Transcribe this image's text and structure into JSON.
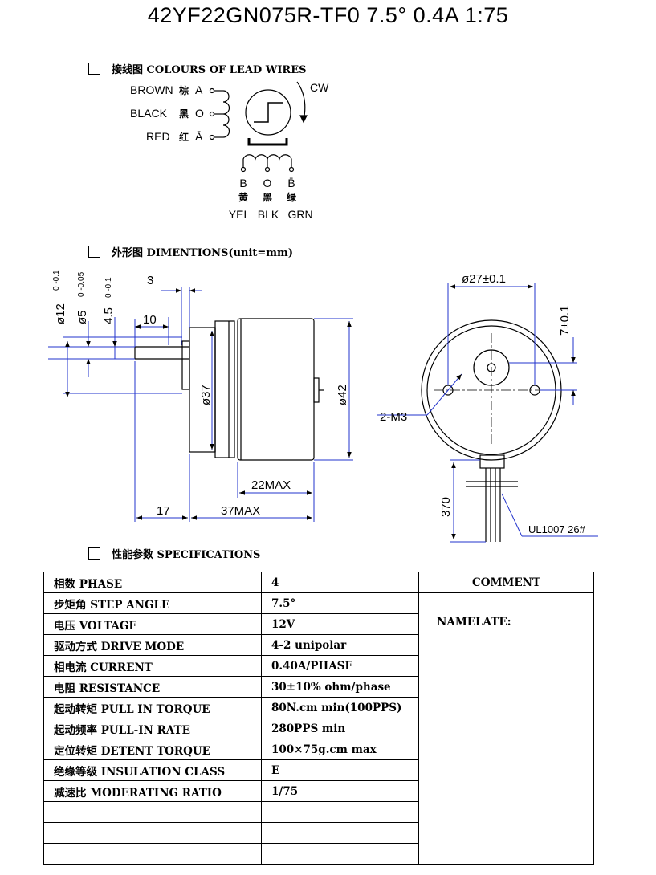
{
  "title": "42YF22GN075R-TF0  7.5°  0.4A  1:75",
  "sections": {
    "wires": "接线图 COLOURS OF LEAD WIRES",
    "dims": "外形图 DIMENTIONS(unit=mm)",
    "specs": "性能参数 SPECIFICATIONS"
  },
  "wiring": {
    "left_wires": [
      {
        "en": "BROWN",
        "cn": "棕",
        "term": "A"
      },
      {
        "en": "BLACK",
        "cn": "黑",
        "term": "O"
      },
      {
        "en": "RED",
        "cn": "红",
        "term": "Ā"
      }
    ],
    "bottom_terms": [
      "B",
      "O",
      "B̄"
    ],
    "bottom_cn": [
      "黄",
      "黑",
      "绿"
    ],
    "bottom_en": [
      "YEL",
      "BLK",
      "GRN"
    ],
    "direction": "CW"
  },
  "dimensions": {
    "d12": "ø12",
    "d12_tol": "0\n-0.1",
    "d5": "ø5",
    "d5_tol": "0\n-0.05",
    "flat": "4.5",
    "flat_tol": "0\n-0.1",
    "shaft_3": "3",
    "shaft_10": "10",
    "d37": "ø37",
    "d42": "ø42",
    "l22": "22MAX",
    "l17": "17",
    "l37": "37MAX",
    "d27": "ø27±0.1",
    "off7": "7±0.1",
    "holes": "2-M3",
    "lead_len": "370",
    "wire_type": "UL1007 26#"
  },
  "specs": {
    "comment_header": "COMMENT",
    "nameplate": "NAMELATE:",
    "rows": [
      {
        "name": "相数 PHASE",
        "value": "4"
      },
      {
        "name": "步矩角 STEP ANGLE",
        "value": "7.5°"
      },
      {
        "name": "电压 VOLTAGE",
        "value": "12V"
      },
      {
        "name": "驱动方式  DRIVE MODE",
        "value": "4-2 unipolar"
      },
      {
        "name": "相电流 CURRENT",
        "value": "0.40A/PHASE"
      },
      {
        "name": "电阻 RESISTANCE",
        "value": "30±10%  ohm/phase"
      },
      {
        "name": "起动转矩 PULL IN TORQUE",
        "value": "80N.cm min(100PPS)"
      },
      {
        "name": "起动频率 PULL-IN RATE",
        "value": "280PPS min"
      },
      {
        "name": "定位转矩 DETENT TORQUE",
        "value": "100×75g.cm max"
      },
      {
        "name": "绝缘等级 INSULATION CLASS",
        "value": "E"
      },
      {
        "name": "减速比 MODERATING RATIO",
        "value": "1/75"
      },
      {
        "name": "",
        "value": ""
      },
      {
        "name": "",
        "value": ""
      },
      {
        "name": "",
        "value": ""
      }
    ]
  }
}
